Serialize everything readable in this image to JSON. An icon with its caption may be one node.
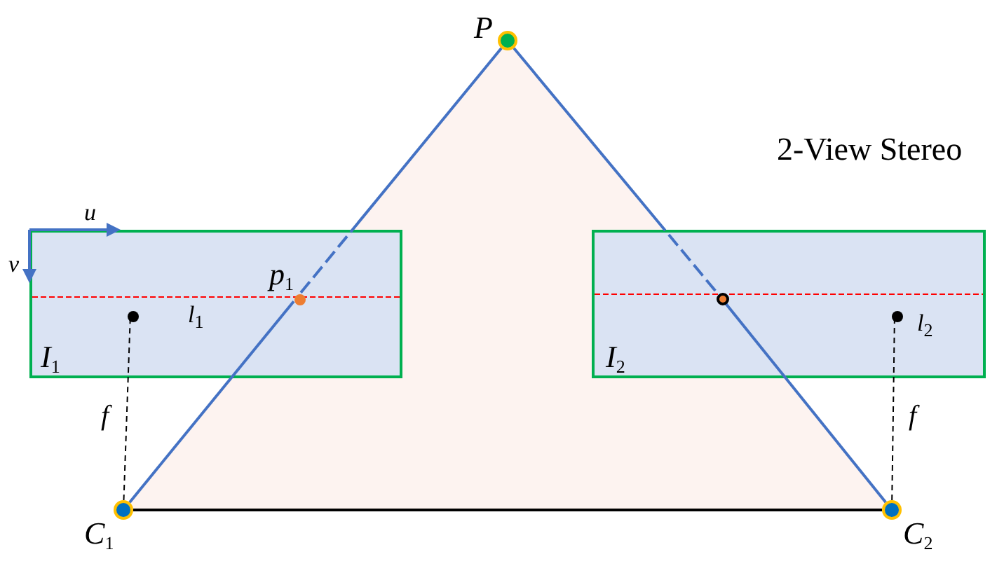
{
  "diagram": {
    "title": "2-View Stereo",
    "nodes": [
      {
        "text": [],
        "shape": "circle",
        "beside": [
          "P"
        ]
      },
      {
        "text": [],
        "shape": "circle",
        "beside": [
          "C$_{1}$"
        ]
      },
      {
        "text": [],
        "shape": "circle",
        "beside": [
          "C$_{2}$"
        ]
      },
      {
        "text": [
          "I$_{1}$"
        ]
      },
      {
        "text": [],
        "shape": "circle",
        "in": 3,
        "beside": [
          "p$_{1}$"
        ]
      },
      {
        "text": [],
        "shape": "circle",
        "in": 3
      },
      {
        "text": [
          "I$_{2}$"
        ]
      },
      {
        "text": [],
        "shape": "circle",
        "in": 6
      },
      {
        "text": [],
        "shape": "circle",
        "in": 6
      }
    ],
    "edges": [
      {
        "from": 1,
        "to": 4,
        "arrow": "none"
      },
      {
        "from": 4,
        "to": 0,
        "arrow": "none",
        "style": "dashed"
      },
      {
        "from": 2,
        "to": 7,
        "arrow": "none"
      },
      {
        "from": 7,
        "to": 0,
        "arrow": "none",
        "style": "dashed"
      },
      {
        "from": 1,
        "to": 2,
        "arrow": "none",
        "color": "#000000"
      },
      {
        "from": 1,
        "to": 5,
        "arrow": "none",
        "style": "dashed",
        "color": "#000000",
        "label": "f"
      },
      {
        "from": 2,
        "to": 8,
        "arrow": "none",
        "style": "dashed",
        "color": "#000000",
        "label": "f"
      }
    ],
    "labels": [
      "u",
      "v",
      "l$_{1}$",
      "l$_{2}$"
    ]
  }
}
